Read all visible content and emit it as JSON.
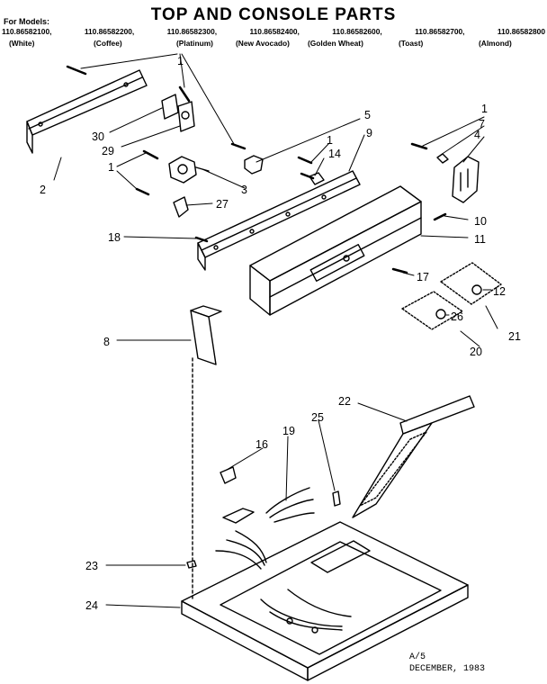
{
  "title": "TOP AND CONSOLE PARTS",
  "for_models_label": "For Models:",
  "models": [
    "110.86582100,",
    "110.86582200,",
    "110.86582300,",
    "110.86582400,",
    "110.86582600,",
    "110.86582700,",
    "110.86582800"
  ],
  "colors": [
    "(White)",
    "(Coffee)",
    "(Platinum)",
    "(New Avocado)",
    "(Golden Wheat)",
    "(Toast)",
    "(Almond)"
  ],
  "callouts": [
    {
      "id": "c1a",
      "text": "1"
    },
    {
      "id": "c1b",
      "text": "1"
    },
    {
      "id": "c1c",
      "text": "1"
    },
    {
      "id": "c1d",
      "text": "1"
    },
    {
      "id": "c2",
      "text": "2"
    },
    {
      "id": "c3",
      "text": "3"
    },
    {
      "id": "c4",
      "text": "4"
    },
    {
      "id": "c5",
      "text": "5"
    },
    {
      "id": "c7",
      "text": "7"
    },
    {
      "id": "c8",
      "text": "8"
    },
    {
      "id": "c9",
      "text": "9"
    },
    {
      "id": "c10",
      "text": "10"
    },
    {
      "id": "c11",
      "text": "11"
    },
    {
      "id": "c12",
      "text": "12"
    },
    {
      "id": "c14",
      "text": "14"
    },
    {
      "id": "c16",
      "text": "16"
    },
    {
      "id": "c17",
      "text": "17"
    },
    {
      "id": "c18",
      "text": "18"
    },
    {
      "id": "c19",
      "text": "19"
    },
    {
      "id": "c20",
      "text": "20"
    },
    {
      "id": "c21",
      "text": "21"
    },
    {
      "id": "c22",
      "text": "22"
    },
    {
      "id": "c23",
      "text": "23"
    },
    {
      "id": "c24",
      "text": "24"
    },
    {
      "id": "c25",
      "text": "25"
    },
    {
      "id": "c26",
      "text": "26"
    },
    {
      "id": "c27",
      "text": "27"
    },
    {
      "id": "c29",
      "text": "29"
    },
    {
      "id": "c30",
      "text": "30"
    }
  ],
  "footer": {
    "code": "A/5",
    "date": "DECEMBER, 1983"
  }
}
